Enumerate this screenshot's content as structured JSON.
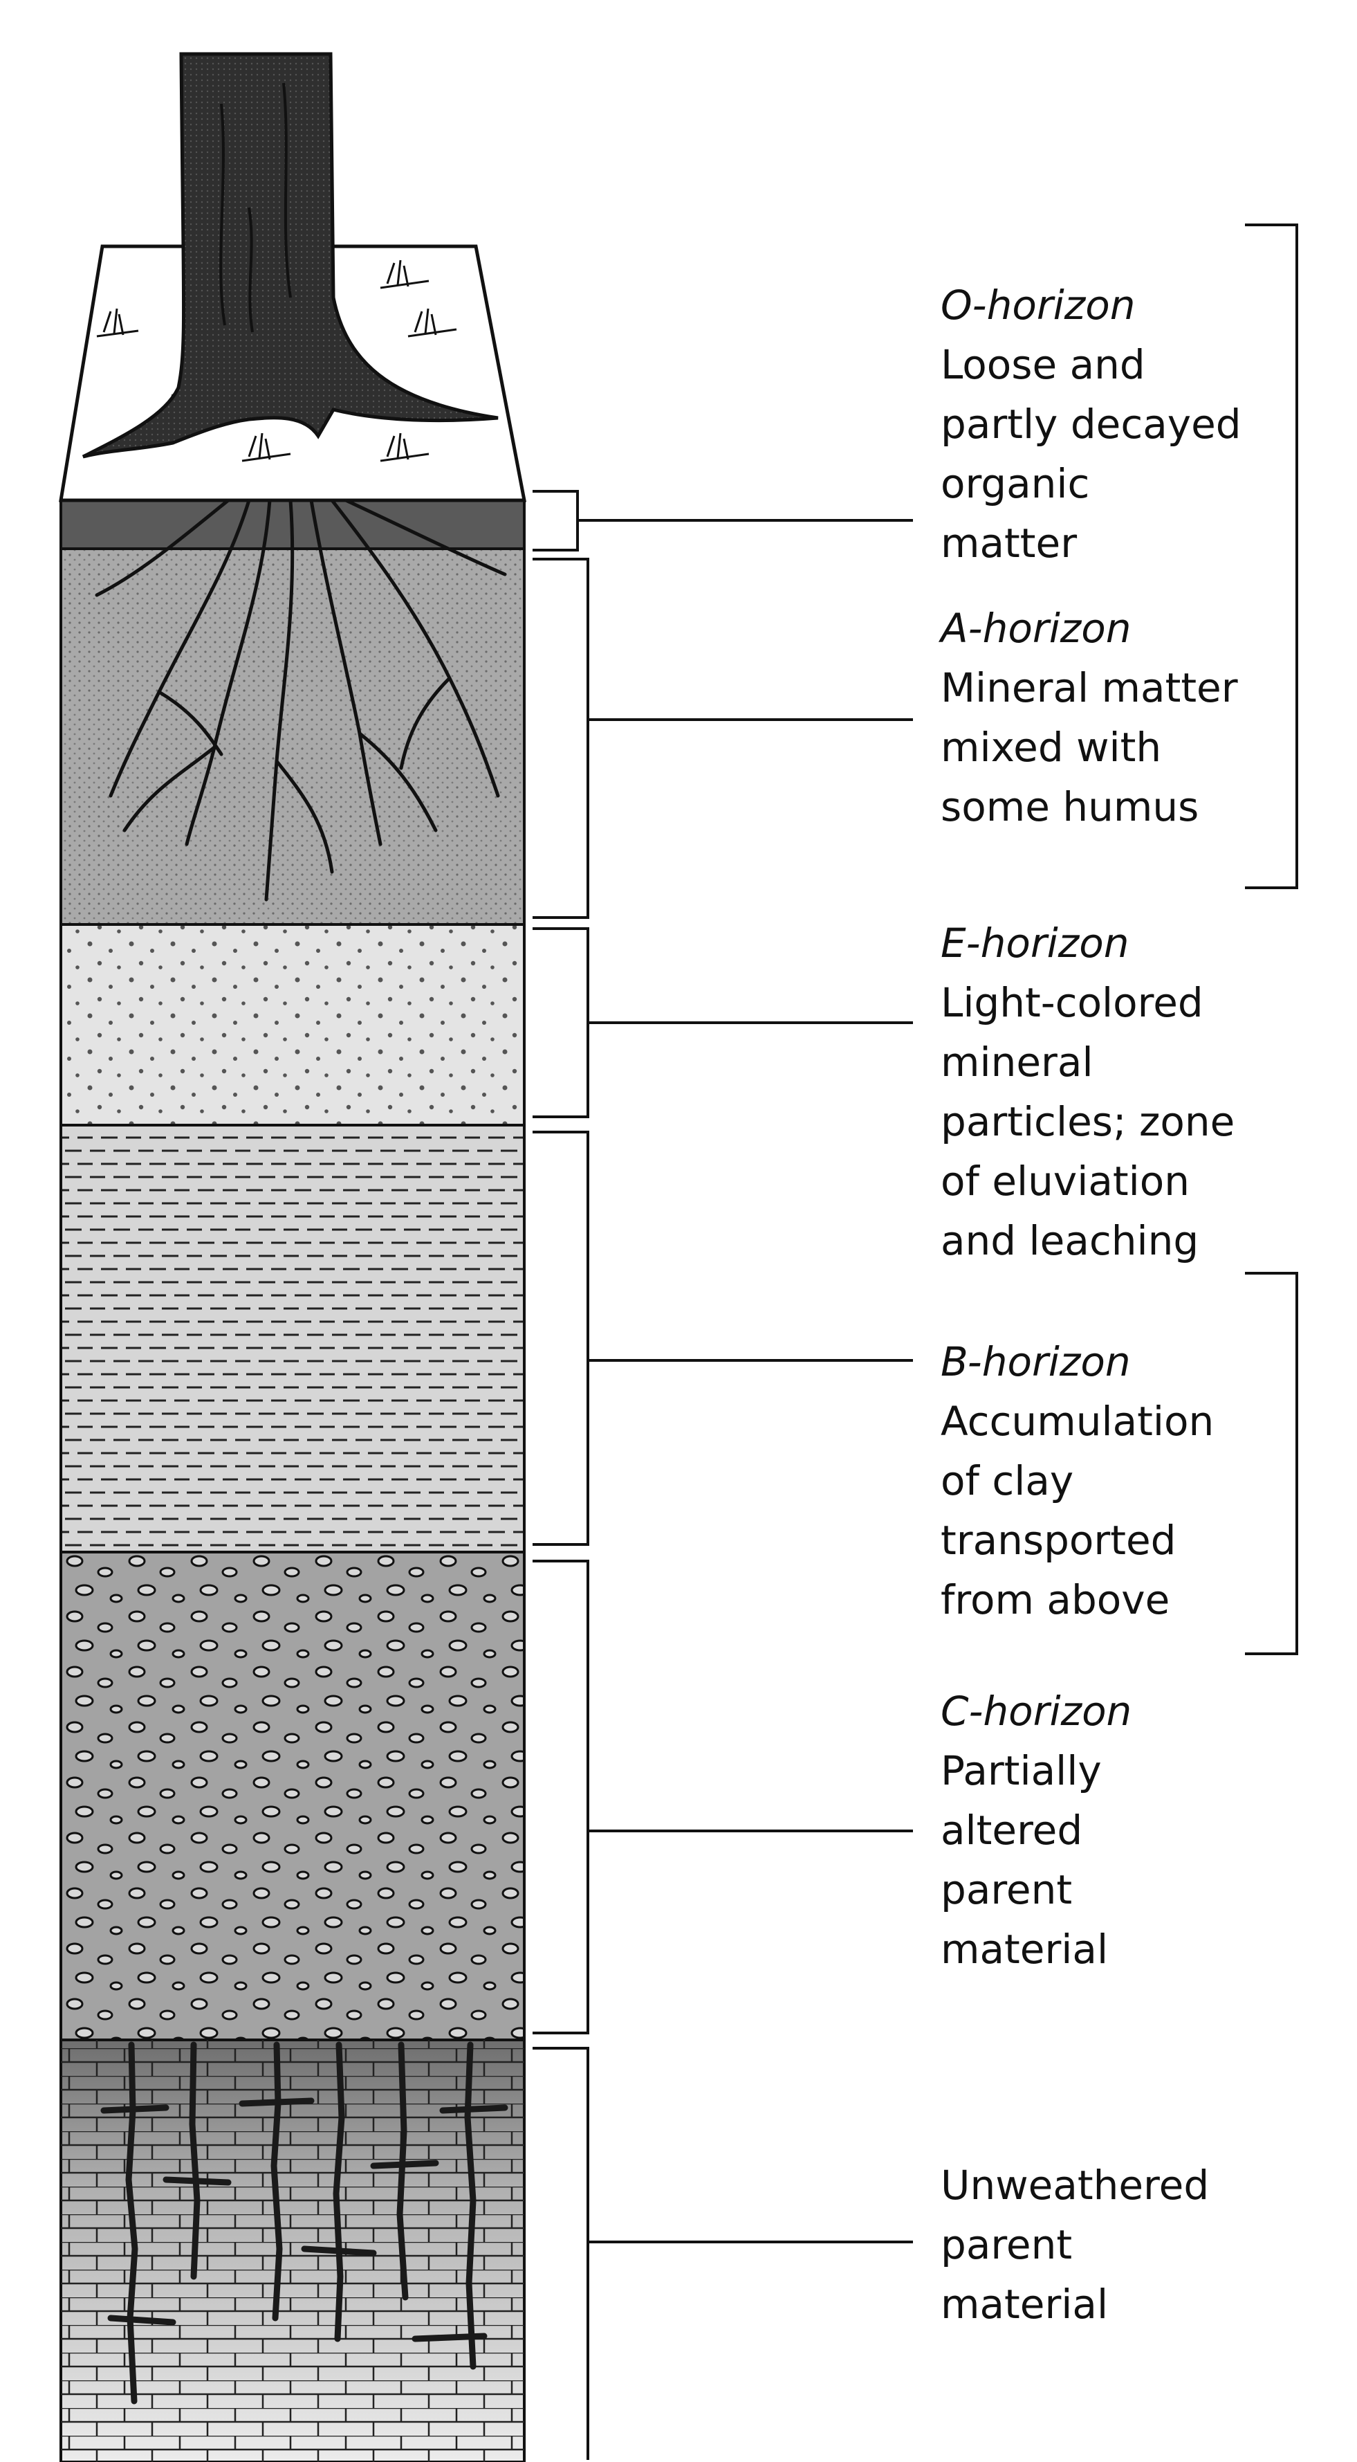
{
  "diagram": {
    "colors": {
      "ink": "#111111",
      "paper": "#ffffff",
      "trunk": "#2f2f2f",
      "o_layer": "#5a5a5a",
      "a_layer": "#a9a9a9",
      "e_layer": "#e4e4e4",
      "b_layer": "#d6d6d6",
      "c_layer": "#a3a3a3",
      "bedrock_top": "#6e6e6e",
      "bedrock_bottom": "#e8e8e8"
    },
    "horizons": [
      {
        "id": "o",
        "title": "O-horizon",
        "lines": [
          "Loose and",
          "partly decayed",
          "organic",
          "matter"
        ]
      },
      {
        "id": "a",
        "title": "A-horizon",
        "lines": [
          "Mineral matter",
          "mixed with",
          "some humus"
        ]
      },
      {
        "id": "e",
        "title": "E-horizon",
        "lines": [
          "Light-colored",
          "mineral",
          "particles; zone",
          "of eluviation",
          "and leaching"
        ]
      },
      {
        "id": "b",
        "title": "B-horizon",
        "lines": [
          "Accumulation",
          "of clay",
          "transported",
          "from above"
        ]
      },
      {
        "id": "c",
        "title": "C-horizon",
        "lines": [
          "Partially",
          "altered",
          "parent",
          "material"
        ]
      },
      {
        "id": "r",
        "title": "",
        "lines": [
          "Unweathered",
          "parent",
          "material"
        ]
      }
    ]
  }
}
